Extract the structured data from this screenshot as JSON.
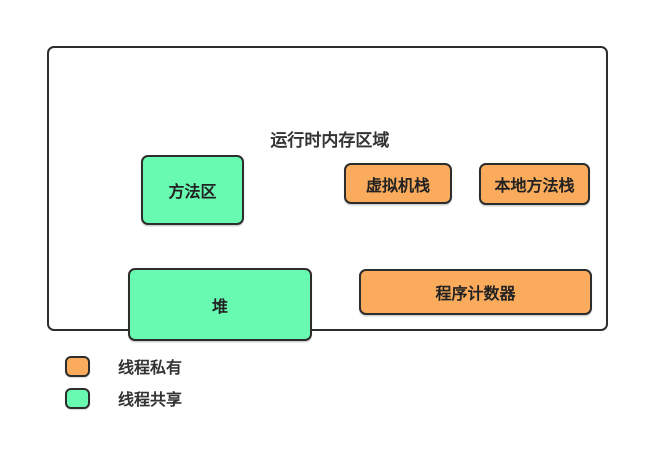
{
  "diagram": {
    "title": "运行时内存区域",
    "nodes": {
      "method_area": {
        "label": "方法区",
        "category": "线程共享"
      },
      "vm_stack": {
        "label": "虚拟机栈",
        "category": "线程私有"
      },
      "native_stack": {
        "label": "本地方法栈",
        "category": "线程私有"
      },
      "heap": {
        "label": "堆",
        "category": "线程共享"
      },
      "program_counter": {
        "label": "程序计数器",
        "category": "线程私有"
      }
    }
  },
  "legend": {
    "private": {
      "label": "线程私有",
      "color": "#faac5c"
    },
    "shared": {
      "label": "线程共享",
      "color": "#69fab2"
    }
  },
  "colors": {
    "thread_private": "#faac5c",
    "thread_shared": "#69fab2",
    "border": "#2d2d2d",
    "text": "#333333",
    "background": "#ffffff"
  }
}
